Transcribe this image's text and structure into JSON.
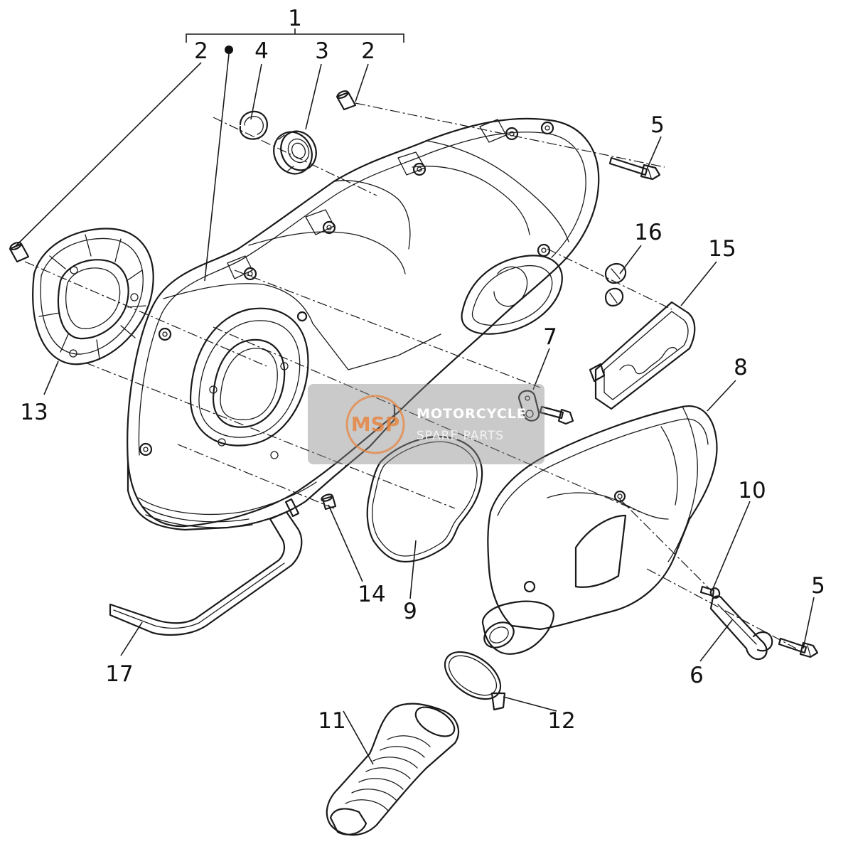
{
  "diagram": {
    "callouts": {
      "c1": "1",
      "c2a": "2",
      "c2b": "2",
      "c3": "3",
      "c4": "4",
      "c5a": "5",
      "c5b": "5",
      "c6": "6",
      "c7": "7",
      "c8": "8",
      "c9": "9",
      "c10": "10",
      "c11": "11",
      "c12": "12",
      "c13": "13",
      "c14": "14",
      "c15": "15",
      "c16": "16",
      "c17": "17"
    },
    "watermark": {
      "brand": "MOTORCYCLE",
      "subtitle": "SPARE PARTS",
      "logo": "MSP"
    },
    "colors": {
      "line": "#1a1a1a",
      "watermark_box": "#8a8a8a",
      "watermark_logo": "#e8823a"
    }
  }
}
